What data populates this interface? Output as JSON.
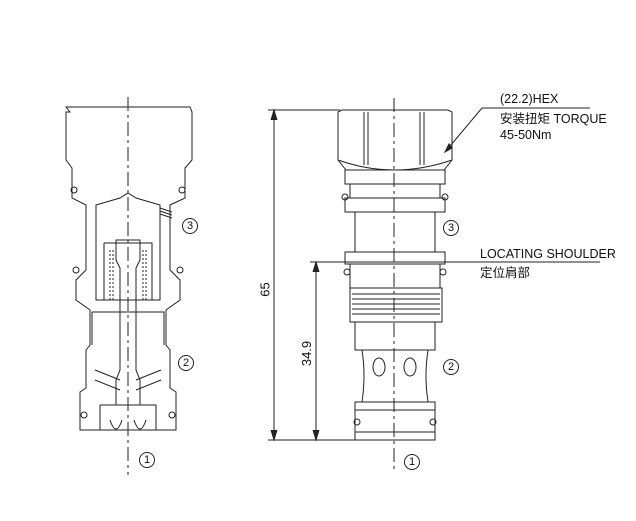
{
  "annotations": {
    "hex": "(22.2)HEX",
    "torque": "安装扭矩 TORQUE",
    "torque_value": "45-50Nm",
    "shoulder": "LOCATING SHOULDER",
    "shoulder_cn": "定位肩部"
  },
  "dimensions": {
    "overall": "65",
    "shoulder": "34.9"
  },
  "ports": {
    "p1": "1",
    "p2": "2",
    "p3": "3"
  }
}
